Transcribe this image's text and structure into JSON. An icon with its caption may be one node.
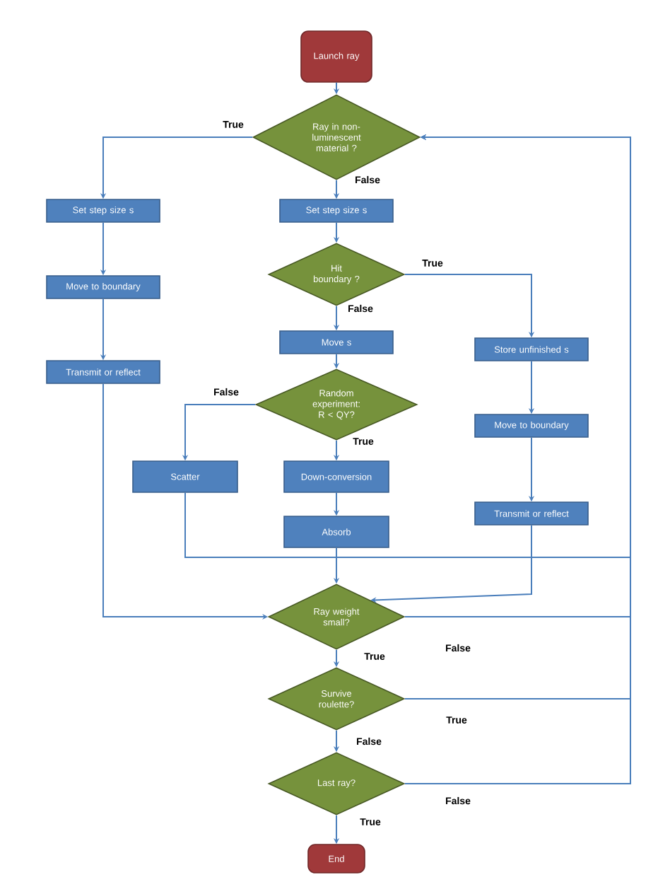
{
  "diagram": {
    "nodes": [
      {
        "text": [
          "Launch ray"
        ]
      },
      {
        "text": [
          "Ray in non-luminescent material ?"
        ]
      },
      {
        "text": [
          "Set step size s"
        ]
      },
      {
        "text": [
          "Set step size s"
        ]
      },
      {
        "text": [
          "Hit boundary ?"
        ]
      },
      {
        "text": [
          "Move to boundary"
        ]
      },
      {
        "text": [
          "Transmit or reflect"
        ]
      },
      {
        "text": [
          "Move  s"
        ]
      },
      {
        "text": [
          "Store unfinished s"
        ]
      },
      {
        "text": [
          "Random experiment: R < QY?"
        ]
      },
      {
        "text": [
          "Scatter"
        ]
      },
      {
        "text": [
          "Down-conversion"
        ]
      },
      {
        "text": [
          "Move to boundary"
        ]
      },
      {
        "text": [
          "Absorb"
        ]
      },
      {
        "text": [
          "Transmit or reflect"
        ]
      },
      {
        "text": [
          "Ray weight small?"
        ]
      },
      {
        "text": [
          "Survive roulette?"
        ]
      },
      {
        "text": [
          "Last ray?"
        ]
      },
      {
        "text": [
          "End"
        ]
      }
    ],
    "edges": [
      {
        "from": 0,
        "to": 1,
        "arrow": "to"
      },
      {
        "from": 1,
        "to": 2,
        "arrow": "to",
        "label": "True"
      },
      {
        "from": 1,
        "to": 3,
        "arrow": "to",
        "label": "False"
      },
      {
        "from": 2,
        "to": 5,
        "arrow": "to"
      },
      {
        "from": 5,
        "to": 6,
        "arrow": "to"
      },
      {
        "from": 6,
        "to": 15,
        "arrow": "to"
      },
      {
        "from": 3,
        "to": 4,
        "arrow": "to"
      },
      {
        "from": 4,
        "to": 7,
        "arrow": "to",
        "label": "False"
      },
      {
        "from": 4,
        "to": 8,
        "arrow": "to",
        "label": "True"
      },
      {
        "from": 7,
        "to": 9,
        "arrow": "to"
      },
      {
        "from": 9,
        "to": 10,
        "arrow": "to",
        "label": "False"
      },
      {
        "from": 9,
        "to": 11,
        "arrow": "to",
        "label": "True"
      },
      {
        "from": 11,
        "to": 13,
        "arrow": "to"
      },
      {
        "from": 8,
        "to": 12,
        "arrow": "to"
      },
      {
        "from": 12,
        "to": 14,
        "arrow": "to"
      },
      {
        "from": 10,
        "to": 1,
        "arrow": "to"
      },
      {
        "from": 13,
        "to": 15,
        "arrow": "to"
      },
      {
        "from": 14,
        "to": 15,
        "arrow": "to"
      },
      {
        "from": 15,
        "to": 1,
        "arrow": "to",
        "label": "False"
      },
      {
        "from": 15,
        "to": 16,
        "arrow": "to",
        "label": "True"
      },
      {
        "from": 16,
        "to": 1,
        "arrow": "to",
        "label": "True"
      },
      {
        "from": 16,
        "to": 17,
        "arrow": "to",
        "label": "False"
      },
      {
        "from": 17,
        "to": 1,
        "arrow": "to",
        "label": "False"
      },
      {
        "from": 17,
        "to": 18,
        "arrow": "to",
        "label": "True"
      }
    ]
  }
}
